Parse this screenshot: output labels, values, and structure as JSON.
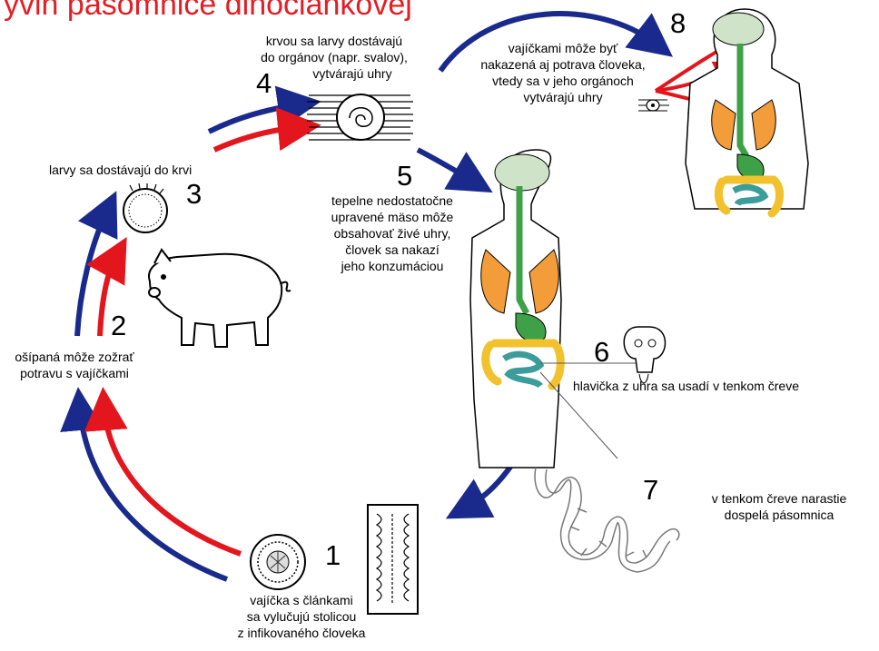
{
  "title": "yvin pásomnice dlhočlánkovej",
  "colors": {
    "title": "#e31e24",
    "arrow_blue": "#1a2a8c",
    "arrow_red": "#e3161d",
    "organ_green": "#3ea147",
    "organ_orange": "#f39c3a",
    "organ_teal": "#3c9c9a",
    "brain": "#cfe3c9",
    "intestine_yellow": "#f2c12e"
  },
  "steps": [
    {
      "number": "1",
      "lines": [
        "vajíčka s článkami",
        "sa vylučujú stolicou",
        "z infikovaného človeka"
      ]
    },
    {
      "number": "2",
      "lines": [
        "ošípaná môže zožrať",
        "potravu s vajíčkami"
      ]
    },
    {
      "number": "3",
      "lines": [
        "larvy sa dostávajú do krvi"
      ]
    },
    {
      "number": "4",
      "lines": [
        "krvou sa larvy dostávajú",
        "do orgánov (napr. svalov),",
        "vytvárajú uhry"
      ]
    },
    {
      "number": "5",
      "lines": [
        "tepelne nedostatočne",
        "upravené mäso môže",
        "obsahovať živé uhry,",
        "človek sa nakazí",
        "jeho konzumáciou"
      ]
    },
    {
      "number": "6",
      "lines": [
        "hlavička z uhra sa usadí v tenkom čreve"
      ]
    },
    {
      "number": "7",
      "lines": [
        "v tenkom čreve narastie",
        "dospelá pásomnica"
      ]
    },
    {
      "number": "8",
      "lines": [
        "vajíčkami môže byť",
        "nakazená aj potrava človeka,",
        "vtedy sa v jeho orgánoch",
        "vytvárajú uhry"
      ]
    }
  ],
  "icons": [
    "egg-icon",
    "proglottid-icon",
    "pig-icon",
    "larva-icon",
    "cyst-icon",
    "human-body-icon",
    "scolex-icon",
    "tapeworm-icon",
    "human-torso-icon",
    "small-cyst-icon"
  ]
}
